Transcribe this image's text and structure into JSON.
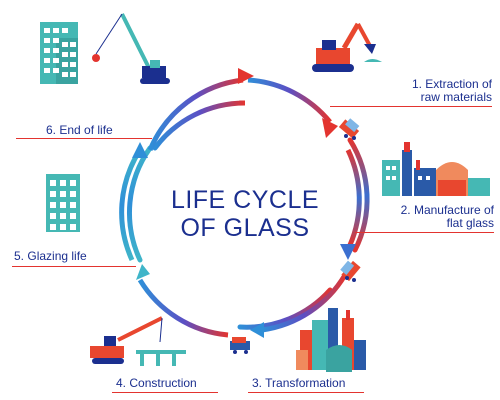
{
  "title": {
    "line1": "LIFE CYCLE",
    "line2": "OF GLASS"
  },
  "stages": [
    {
      "number": "1.",
      "line1": "Extraction of",
      "line2": "raw materials",
      "icon": "excavator-icon"
    },
    {
      "number": "2.",
      "line1": "Manufacture of",
      "line2": "flat glass",
      "icon": "glass-factory-icon"
    },
    {
      "number": "3.",
      "line1": "Transformation",
      "line2": "",
      "icon": "processing-plant-icon"
    },
    {
      "number": "4.",
      "line1": "Construction",
      "line2": "",
      "icon": "construction-crane-icon"
    },
    {
      "number": "5.",
      "line1": "Glazing life",
      "line2": "",
      "icon": "glazed-building-icon"
    },
    {
      "number": "6.",
      "line1": "End of life",
      "line2": "",
      "icon": "demolition-crane-icon"
    }
  ],
  "colors": {
    "text": "#1b2f8f",
    "arrow_red": "#e3342f",
    "arrow_blue": "#2f8fd8",
    "arrow_teal": "#3fb5c9",
    "building_teal": "#45b8b4",
    "machine_red": "#e8472f",
    "factory_blue": "#2a5aa8"
  }
}
